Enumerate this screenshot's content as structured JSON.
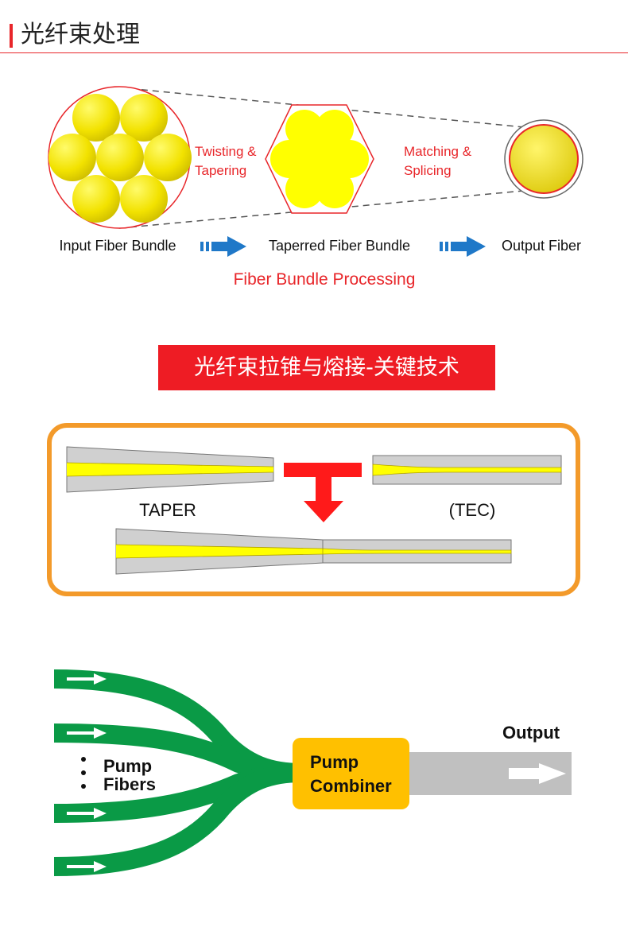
{
  "header": {
    "title": "光纤束处理"
  },
  "processing": {
    "step1_label": "Input Fiber Bundle",
    "step2_label": "Taperred Fiber Bundle",
    "step3_label": "Output Fiber",
    "twist_line1": "Twisting &",
    "twist_line2": "Tapering",
    "match_line1": "Matching &",
    "match_line2": "Splicing",
    "caption": "Fiber Bundle Processing"
  },
  "banner": {
    "text": "光纤束拉锥与熔接-关键技术"
  },
  "taper_box": {
    "taper_label": "TAPER",
    "tec_label": "(TEC)"
  },
  "combiner": {
    "pump_fibers_line1": "Pump",
    "pump_fibers_line2": "Fibers",
    "box_line1": "Pump",
    "box_line2": "Combiner",
    "output_label": "Output"
  },
  "colors": {
    "accent_red": "#e8262a",
    "fiber_yellow": "#ffff00",
    "cladding_gray": "#d0d0d0",
    "frame_orange": "#f39a2a",
    "pump_green": "#0a9a46",
    "combiner_gold": "#ffc000",
    "arrow_blue": "#1f78c8"
  }
}
